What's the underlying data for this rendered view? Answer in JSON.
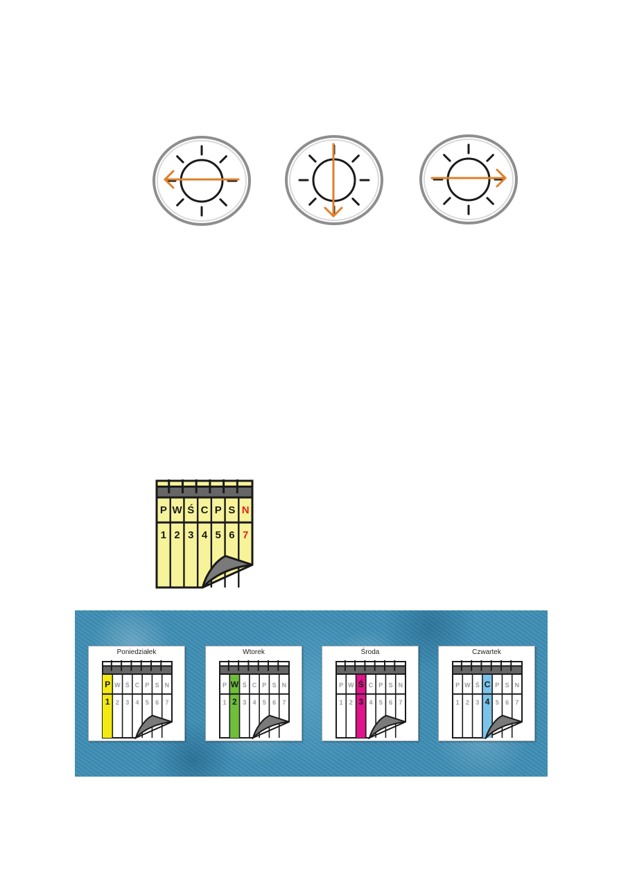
{
  "directions": [
    {
      "icon": "sun-arrow-left-icon"
    },
    {
      "icon": "sun-arrow-down-icon"
    },
    {
      "icon": "sun-arrow-right-icon"
    }
  ],
  "week_calendar": {
    "icon": "week-calendar-icon",
    "days": [
      "P",
      "W",
      "Ś",
      "C",
      "P",
      "S",
      "N"
    ],
    "numbers": [
      "1",
      "2",
      "3",
      "4",
      "5",
      "6",
      "7"
    ],
    "fill_color": "#f7f39a",
    "sunday_color": "#e0231a"
  },
  "day_cards": [
    {
      "title": "Poniedziałek",
      "highlight_index": 0,
      "color": "#f3ea11"
    },
    {
      "title": "Wtorek",
      "highlight_index": 1,
      "color": "#6fbf3b"
    },
    {
      "title": "Środa",
      "highlight_index": 2,
      "color": "#e0138a"
    },
    {
      "title": "Czwartek",
      "highlight_index": 3,
      "color": "#7cc3ea"
    }
  ],
  "colors": {
    "arrow": "#e07f2a",
    "panel_background": "#3f8fb5"
  }
}
